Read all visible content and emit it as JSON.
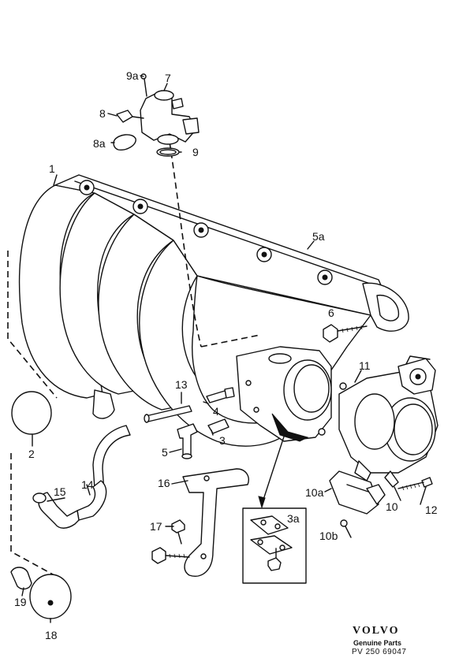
{
  "labels": {
    "p1": "1",
    "p2": "2",
    "p3": "3",
    "p3a": "3a",
    "p4": "4",
    "p5": "5",
    "p5a": "5a",
    "p6": "6",
    "p7": "7",
    "p8": "8",
    "p8a": "8a",
    "p9": "9",
    "p9a": "9a",
    "p10": "10",
    "p10a": "10a",
    "p10b": "10b",
    "p11": "11",
    "p12": "12",
    "p13": "13",
    "p14": "14",
    "p15": "15",
    "p16": "16",
    "p17": "17",
    "p18": "18",
    "p19": "19"
  },
  "footer": {
    "brand": "VOLVO",
    "tagline": "Genuine Parts",
    "code": "PV 250 69047"
  }
}
